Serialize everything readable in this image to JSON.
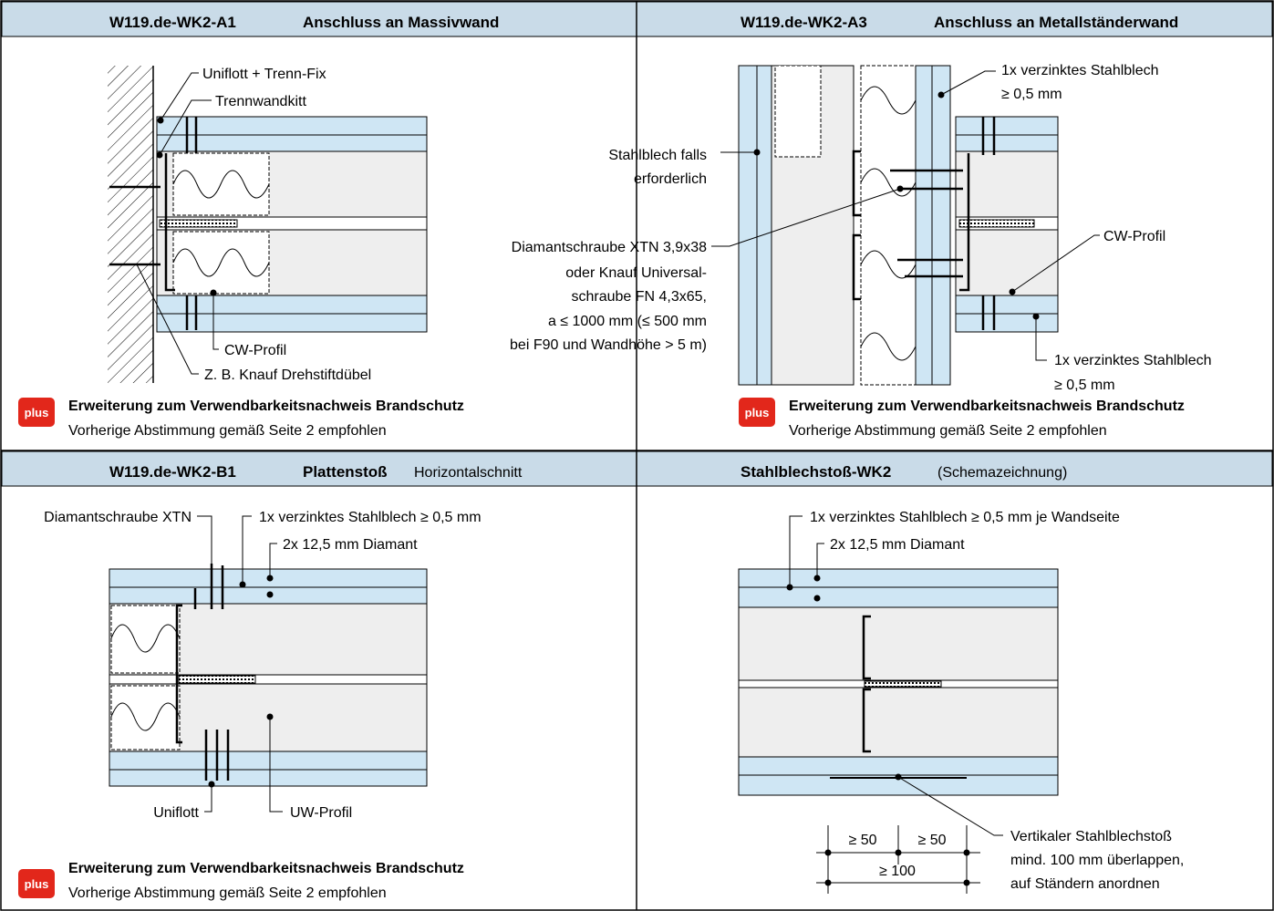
{
  "panels": {
    "a1": {
      "code": "W119.de-WK2-A1",
      "title": "Anschluss an Massivwand",
      "labels": {
        "uniflott": "Uniflott + Trenn-Fix",
        "trennwandkitt": "Trennwandkitt",
        "cw_profil": "CW-Profil",
        "duebel": "Z. B. Knauf Drehstiftdübel"
      }
    },
    "a3": {
      "code": "W119.de-WK2-A3",
      "title": "Anschluss an Metallständerwand",
      "labels": {
        "stahlblech_top_1": "1x verzinktes Stahlblech",
        "stahlblech_top_2": "≥ 0,5 mm",
        "stahlblech_falls_1": "Stahlblech falls",
        "stahlblech_falls_2": "erforderlich",
        "schraube_1": "Diamantschraube XTN 3,9x38",
        "schraube_2": "oder Knauf Universal-",
        "schraube_3": "schraube FN 4,3x65,",
        "schraube_4": "a ≤ 1000 mm (≤ 500 mm",
        "schraube_5": "bei F90 und Wandhöhe > 5 m)",
        "cw_profil": "CW-Profil",
        "stahlblech_bot_1": "1x verzinktes Stahlblech",
        "stahlblech_bot_2": "≥ 0,5 mm"
      }
    },
    "b1": {
      "code": "W119.de-WK2-B1",
      "title": "Plattenstoß",
      "subtitle": "Horizontalschnitt",
      "labels": {
        "diamantschraube": "Diamantschraube XTN",
        "stahlblech": "1x verzinktes Stahlblech ≥ 0,5 mm",
        "diamant": "2x 12,5 mm Diamant",
        "uniflott": "Uniflott",
        "uw_profil": "UW-Profil"
      }
    },
    "stoss": {
      "title": "Stahlblechstoß-WK2",
      "subtitle": "(Schemazeichnung)",
      "labels": {
        "stahlblech": "1x verzinktes Stahlblech ≥ 0,5 mm je Wandseite",
        "diamant": "2x 12,5 mm Diamant",
        "vertikal_1": "Vertikaler Stahlblechstoß",
        "vertikal_2": "mind. 100 mm überlappen,",
        "vertikal_3": "auf Ständern anordnen",
        "dim_50a": "≥ 50",
        "dim_50b": "≥ 50",
        "dim_100": "≥ 100"
      }
    }
  },
  "notes": {
    "badge": "plus",
    "title": "Erweiterung zum Verwendbarkeitsnachweis Brandschutz",
    "text": "Vorherige Abstimmung gemäß Seite 2 empfohlen"
  },
  "colors": {
    "header_bg": "#c9dbe8",
    "board_blue": "#cfe6f4",
    "board_grey": "#eeeeee",
    "badge_red": "#e2271b"
  }
}
